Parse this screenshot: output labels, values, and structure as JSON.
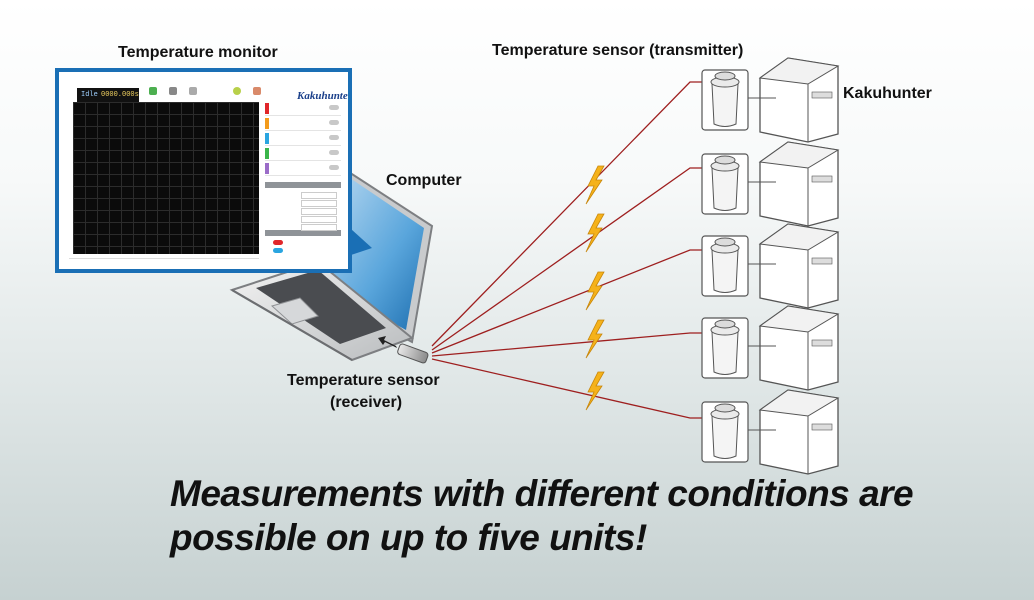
{
  "labels": {
    "temperature_monitor": "Temperature monitor",
    "computer": "Computer",
    "sensor_transmitter": "Temperature sensor (transmitter)",
    "kakuhunter": "Kakuhunter",
    "sensor_receiver_line1": "Temperature sensor",
    "sensor_receiver_line2": "(receiver)"
  },
  "headline": {
    "line1": "Measurements with different conditions are",
    "line2": "possible on up to five units!"
  },
  "monitor_screen": {
    "logo": "Kakuhunter",
    "lcd_text": "0000.000s",
    "channel_colors": [
      "#e0262a",
      "#f39b1c",
      "#2aa5e0",
      "#3ab54a",
      "#9b6cc8"
    ]
  },
  "units": {
    "count": 5
  },
  "colors": {
    "monitor_frame": "#1a6fb5",
    "signal_line": "#9e1f1f",
    "lightning": "#f5b21a",
    "device_outline": "#555555"
  }
}
